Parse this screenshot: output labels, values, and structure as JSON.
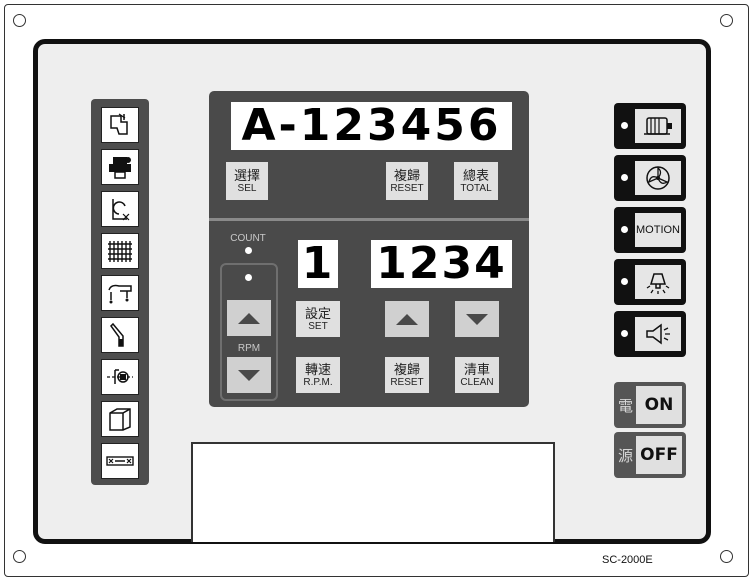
{
  "main_display": {
    "text": "A-123456"
  },
  "upper_keys": [
    {
      "cn": "選擇",
      "en": "SEL"
    },
    {
      "cn": "複歸",
      "en": "RESET"
    },
    {
      "cn": "總表",
      "en": "TOTAL"
    }
  ],
  "count": {
    "label": "COUNT",
    "step_value": "1",
    "counter_value": "1234"
  },
  "rpm": {
    "label": "RPM"
  },
  "lower_keys": [
    {
      "cn": "設定",
      "en": "SET"
    },
    {
      "cn": "轉速",
      "en": "R.P.M."
    },
    {
      "cn": "複歸",
      "en": "RESET"
    },
    {
      "cn": "清車",
      "en": "CLEAN"
    }
  ],
  "left_icons": [
    "presser-foot-icon",
    "motor-unit-icon",
    "thread-trim-icon",
    "stitch-pattern-icon",
    "arm-lift-icon",
    "needle-icon",
    "bobbin-icon",
    "box-icon",
    "belt-icon"
  ],
  "right_buttons": [
    {
      "icon": "motor-icon"
    },
    {
      "icon": "fan-icon"
    },
    {
      "label": "MOTION"
    },
    {
      "icon": "lamp-icon"
    },
    {
      "icon": "horn-icon"
    }
  ],
  "power": {
    "on_cn": "電",
    "on_label": "ON",
    "off_cn": "源",
    "off_label": "OFF"
  },
  "model": "SC-2000E"
}
